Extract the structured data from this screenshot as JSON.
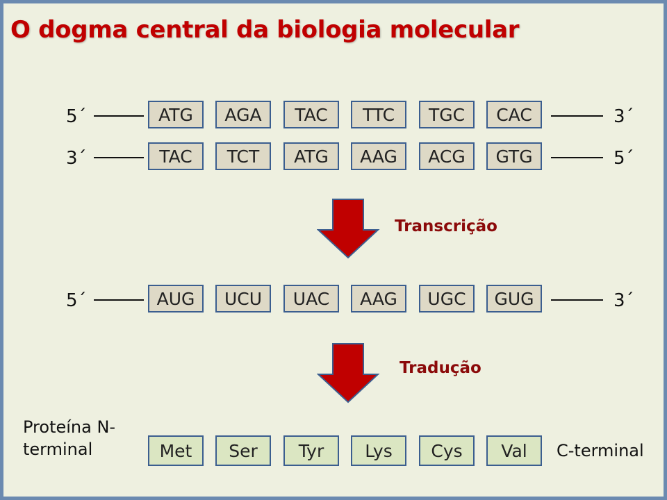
{
  "title": "O dogma central da biologia molecular",
  "dna_top": {
    "left_end": "5´",
    "right_end": "3´",
    "codons": [
      "ATG",
      "AGA",
      "TAC",
      "TTC",
      "TGC",
      "CAC"
    ]
  },
  "dna_bottom": {
    "left_end": "3´",
    "right_end": "5´",
    "codons": [
      "TAC",
      "TCT",
      "ATG",
      "AAG",
      "ACG",
      "GTG"
    ]
  },
  "transcription_label": "Transcrição",
  "mrna": {
    "left_end": "5´",
    "right_end": "3´",
    "codons": [
      "AUG",
      "UCU",
      "UAC",
      "AAG",
      "UGC",
      "GUG"
    ]
  },
  "translation_label": "Tradução",
  "protein": {
    "n_label_line1": "Proteína N-",
    "n_label_line2": "terminal",
    "c_label": "C-terminal",
    "amino_acids": [
      "Met",
      "Ser",
      "Tyr",
      "Lys",
      "Cys",
      "Val"
    ]
  },
  "colors": {
    "title": "#c00000",
    "arrow": "#c00000",
    "dna_box": "#ded9c6",
    "protein_box": "#dbe6c2",
    "box_border": "#3b5e8f",
    "background": "#eef0e0"
  }
}
